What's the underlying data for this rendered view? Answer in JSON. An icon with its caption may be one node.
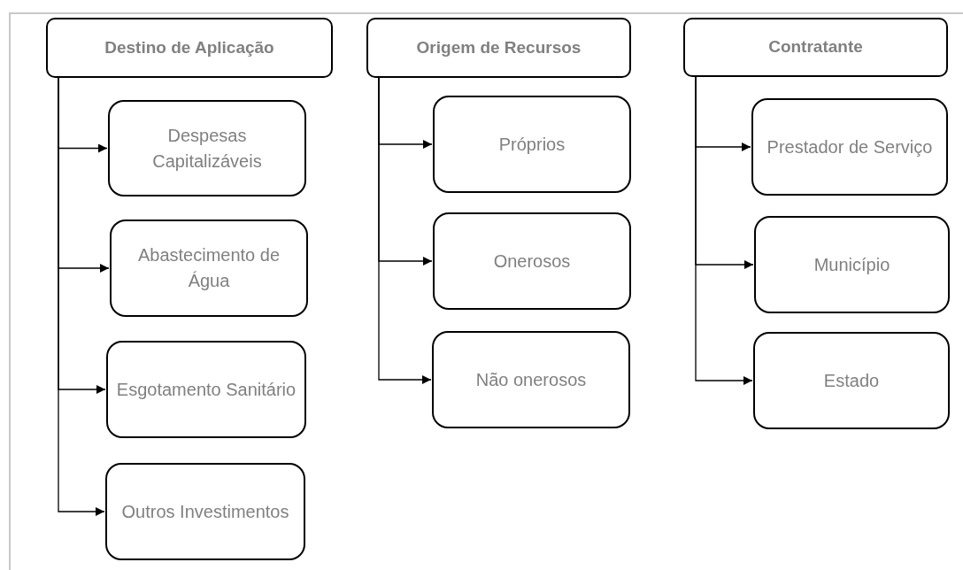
{
  "diagram": {
    "nodes": [
      {
        "text": [
          "Destino de Aplicação"
        ]
      },
      {
        "text": [
          "Despesas Capitalizáveis"
        ]
      },
      {
        "text": [
          "Abastecimento de Água"
        ]
      },
      {
        "text": [
          "Esgotamento Sanitário"
        ]
      },
      {
        "text": [
          "Outros Investimentos"
        ]
      },
      {
        "text": [
          "Origem de Recursos"
        ]
      },
      {
        "text": [
          "Próprios"
        ]
      },
      {
        "text": [
          "Onerosos"
        ]
      },
      {
        "text": [
          "Não onerosos"
        ]
      },
      {
        "text": [
          "Contratante"
        ]
      },
      {
        "text": [
          "Prestador de Serviço"
        ]
      },
      {
        "text": [
          "Município"
        ]
      },
      {
        "text": [
          "Estado"
        ]
      }
    ],
    "edges": [
      {
        "from": 0,
        "to": 1,
        "arrow": "to"
      },
      {
        "from": 0,
        "to": 2,
        "arrow": "to"
      },
      {
        "from": 0,
        "to": 3,
        "arrow": "to"
      },
      {
        "from": 0,
        "to": 4,
        "arrow": "to"
      },
      {
        "from": 5,
        "to": 6,
        "arrow": "to"
      },
      {
        "from": 5,
        "to": 7,
        "arrow": "to"
      },
      {
        "from": 5,
        "to": 8,
        "arrow": "to"
      },
      {
        "from": 9,
        "to": 10,
        "arrow": "to"
      },
      {
        "from": 9,
        "to": 11,
        "arrow": "to"
      },
      {
        "from": 9,
        "to": 12,
        "arrow": "to"
      }
    ]
  }
}
